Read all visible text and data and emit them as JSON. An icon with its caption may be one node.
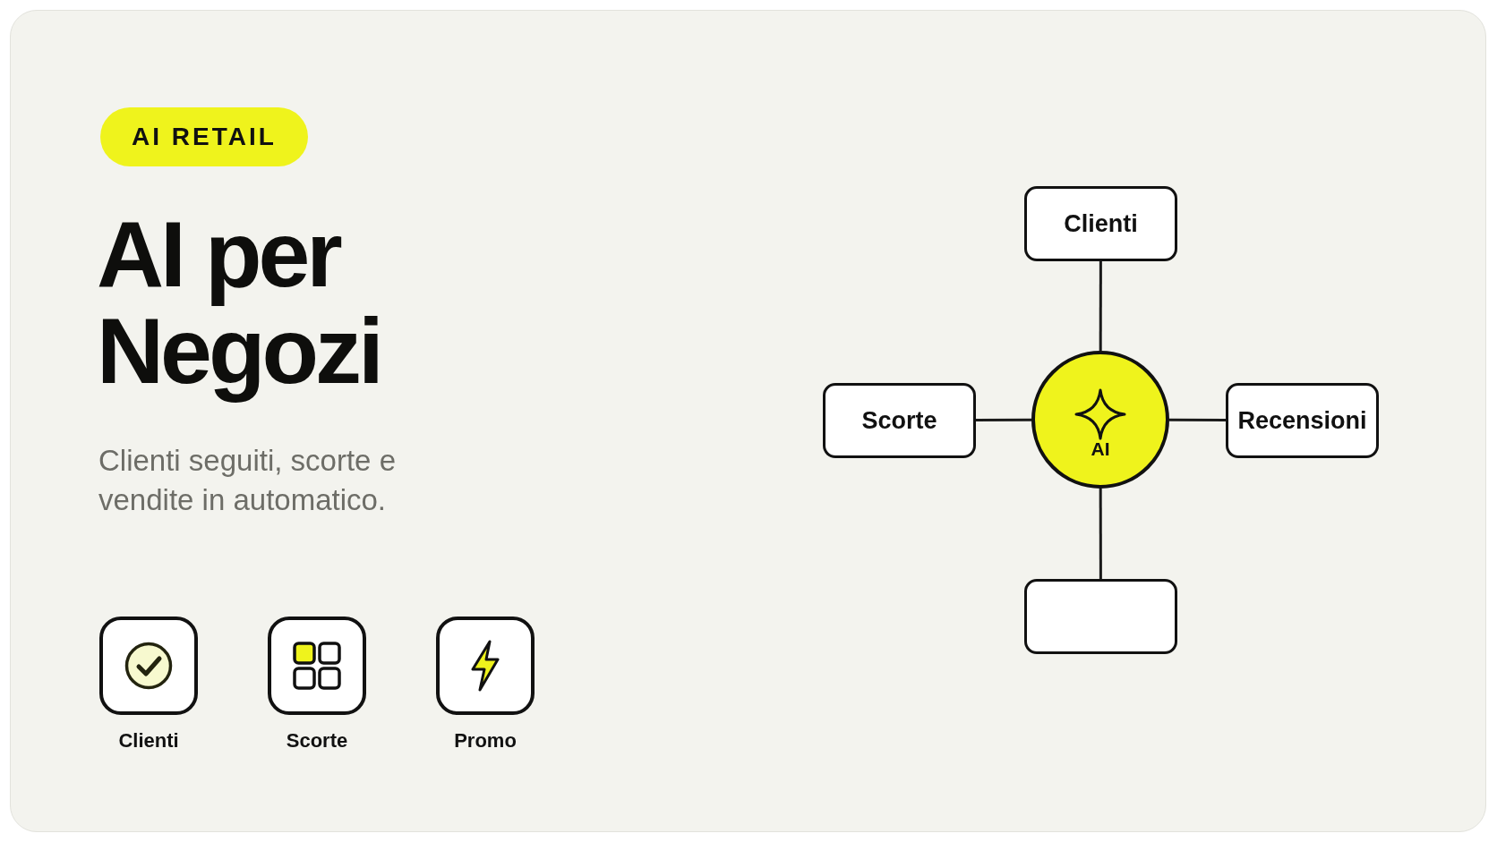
{
  "diagram": {
    "title": "AI per Negozi",
    "nodes": [
      {
        "text": [
          "AI RETAIL"
        ]
      },
      {
        "text": [
          "Clienti"
        ]
      },
      {
        "text": [
          "Scorte"
        ]
      },
      {
        "text": [
          "Promo"
        ]
      },
      {
        "text": [
          "Clienti"
        ]
      },
      {
        "text": [
          "Scorte"
        ]
      },
      {
        "text": [
          "AI"
        ]
      },
      {
        "text": [
          "Recensioni"
        ]
      },
      {
        "text": [],
        "shape": "box"
      }
    ],
    "edges": [
      {
        "from": 6,
        "to": 4,
        "arrow": "none"
      },
      {
        "from": 6,
        "to": 5,
        "arrow": "none"
      },
      {
        "from": 6,
        "to": 7,
        "arrow": "none"
      },
      {
        "from": 6,
        "to": 8,
        "arrow": "none"
      }
    ],
    "labels": [
      "Clienti seguiti, scorte e vendite in automatico."
    ]
  }
}
